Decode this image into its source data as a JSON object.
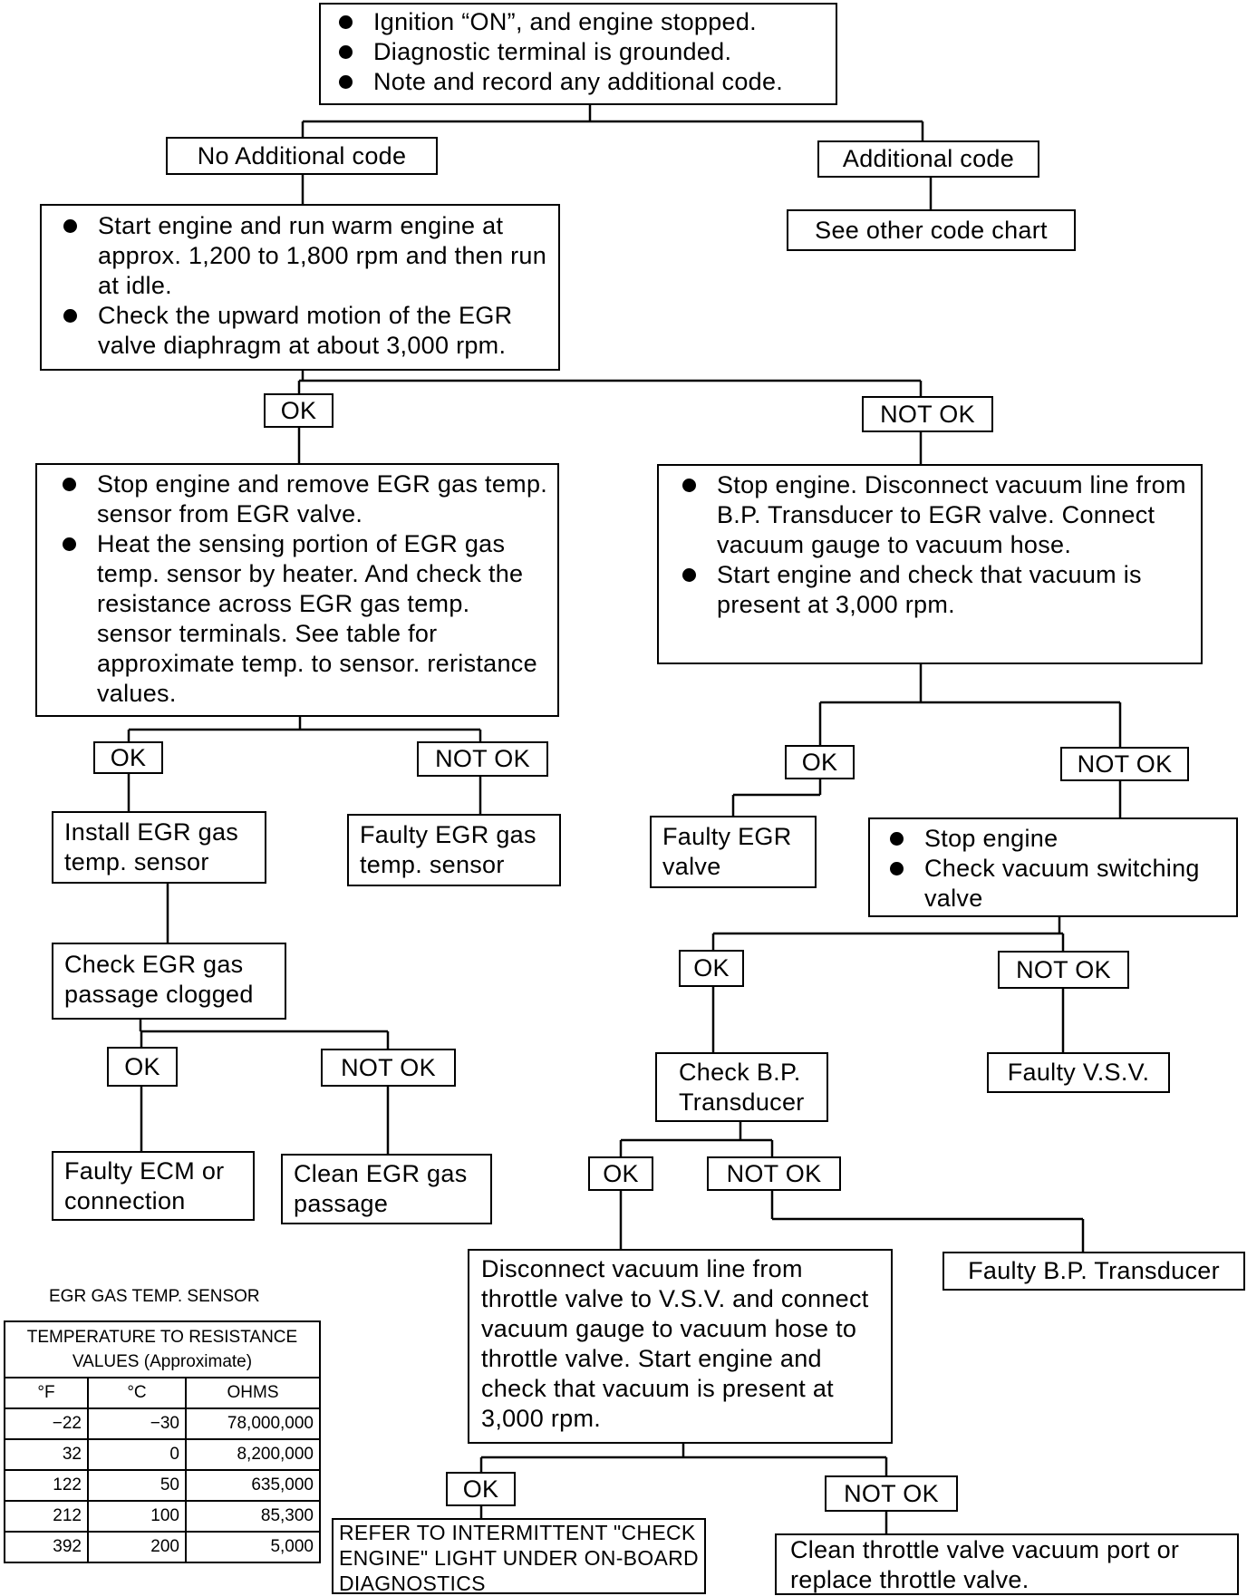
{
  "top_box": {
    "bullets": [
      "Ignition “ON”, and engine stopped.",
      "Diagnostic terminal is grounded.",
      "Note and record any additional code."
    ]
  },
  "no_additional_code": "No Additional code",
  "additional_code": "Additional code",
  "see_other_code_chart": "See other code chart",
  "warm_engine_box": {
    "bullets": [
      "Start engine and run warm engine at approx. 1,200 to 1,800 rpm and then run at idle.",
      "Check the upward motion of the EGR valve diaphragm at about 3,000 rpm."
    ]
  },
  "labels": {
    "ok": "OK",
    "not_ok": "NOT OK"
  },
  "egr_sensor_box": {
    "bullets": [
      "Stop engine and remove EGR gas temp. sensor from EGR valve.",
      "Heat the sensing portion of EGR gas temp. sensor by heater. And check the resistance across EGR gas temp. sensor terminals. See table for approximate temp. to sensor. reristance values."
    ]
  },
  "vacuum_line_box": {
    "bullets": [
      "Stop engine. Disconnect vacuum line from B.P. Transducer to EGR valve. Connect vacuum gauge to vacuum hose.",
      "Start engine and check that vacuum is present at 3,000 rpm."
    ]
  },
  "install_sensor": "Install EGR gas temp. sensor",
  "faulty_sensor": "Faulty EGR gas temp. sensor",
  "faulty_egr_valve": "Faulty EGR valve",
  "vsv_box": {
    "bullets": [
      "Stop engine",
      "Check vacuum switching valve"
    ]
  },
  "check_passage": "Check EGR gas passage clogged",
  "faulty_vsv": "Faulty V.S.V.",
  "check_bp": "Check B.P. Transducer",
  "faulty_ecm": "Faulty ECM or connection",
  "clean_passage": "Clean EGR gas passage",
  "faulty_bp": "Faulty B.P. Transducer",
  "throttle_box": "Disconnect vacuum line from throttle valve to V.S.V. and connect vacuum gauge to vacuum hose to throttle valve. Start engine and check that vacuum is present at 3,000 rpm.",
  "refer_box": "REFER TO INTERMITTENT \"CHECK ENGINE\" LIGHT UNDER ON-BOARD DIAGNOSTICS",
  "clean_throttle": "Clean throttle valve vacuum port or replace throttle valve.",
  "table": {
    "caption": "EGR GAS TEMP. SENSOR",
    "header": "TEMPERATURE TO RESISTANCE VALUES (Approximate)",
    "columns": [
      "°F",
      "°C",
      "OHMS"
    ],
    "rows": [
      [
        "−22",
        "−30",
        "78,000,000"
      ],
      [
        "32",
        "0",
        "8,200,000"
      ],
      [
        "122",
        "50",
        "635,000"
      ],
      [
        "212",
        "100",
        "85,300"
      ],
      [
        "392",
        "200",
        "5,000"
      ]
    ]
  }
}
